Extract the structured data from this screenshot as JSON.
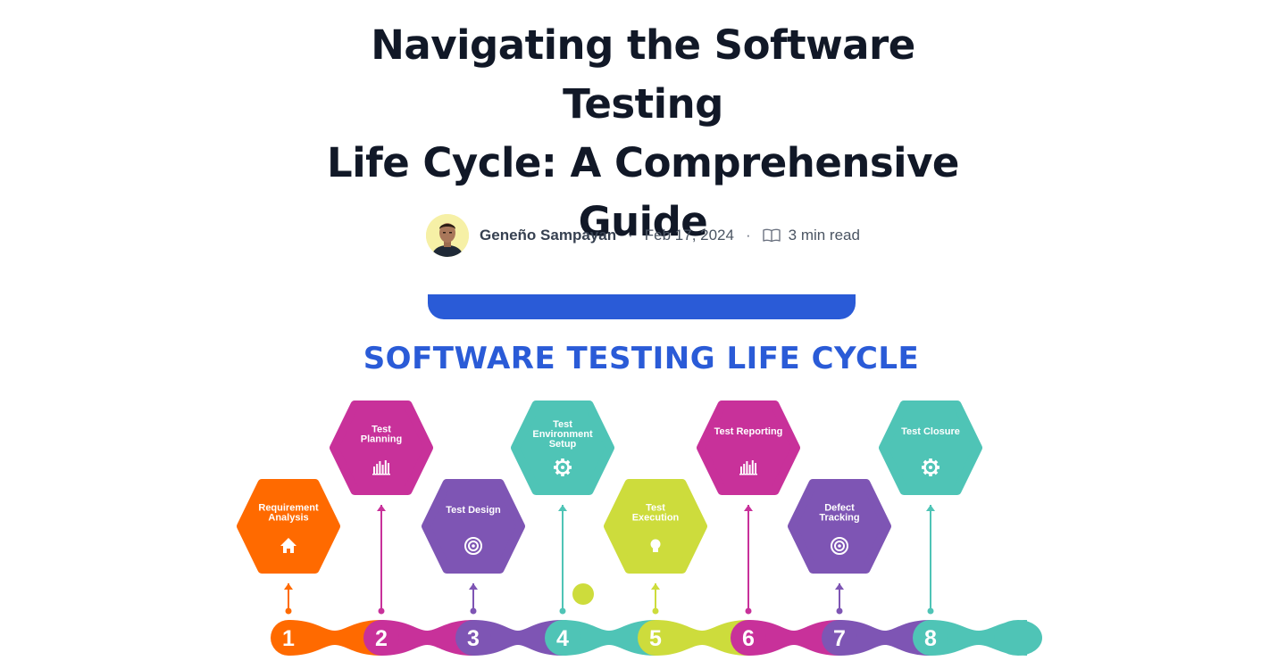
{
  "article": {
    "title_lines": [
      "Navigating the Software Testing",
      "Life Cycle: A Comprehensive",
      "Guide"
    ],
    "author": "Geneño Sampayan",
    "date": "Feb 17, 2024",
    "read_time": "3 min read"
  },
  "figure": {
    "heading": "SOFTWARE TESTING LIFE CYCLE",
    "accent_color": "#2a5bd7",
    "stages": [
      {
        "number": "1",
        "label_lines": [
          "Requirement",
          "Analysis"
        ],
        "color": "#ff6a00",
        "icon": "home-icon"
      },
      {
        "number": "2",
        "label_lines": [
          "Test",
          "Planning"
        ],
        "color": "#c8319a",
        "icon": "bar-chart-icon"
      },
      {
        "number": "3",
        "label_lines": [
          "Test Design"
        ],
        "color": "#7e55b4",
        "icon": "target-icon"
      },
      {
        "number": "4",
        "label_lines": [
          "Test",
          "Environment",
          "Setup"
        ],
        "color": "#4fc4b6",
        "icon": "gear-icon"
      },
      {
        "number": "5",
        "label_lines": [
          "Test",
          "Execution"
        ],
        "color": "#cddc3c",
        "icon": "lightbulb-icon"
      },
      {
        "number": "6",
        "label_lines": [
          "Test Reporting"
        ],
        "color": "#c8319a",
        "icon": "bar-chart-icon"
      },
      {
        "number": "7",
        "label_lines": [
          "Defect",
          "Tracking"
        ],
        "color": "#7e55b4",
        "icon": "target-icon"
      },
      {
        "number": "8",
        "label_lines": [
          "Test Closure"
        ],
        "color": "#4fc4b6",
        "icon": "gear-icon"
      }
    ]
  }
}
